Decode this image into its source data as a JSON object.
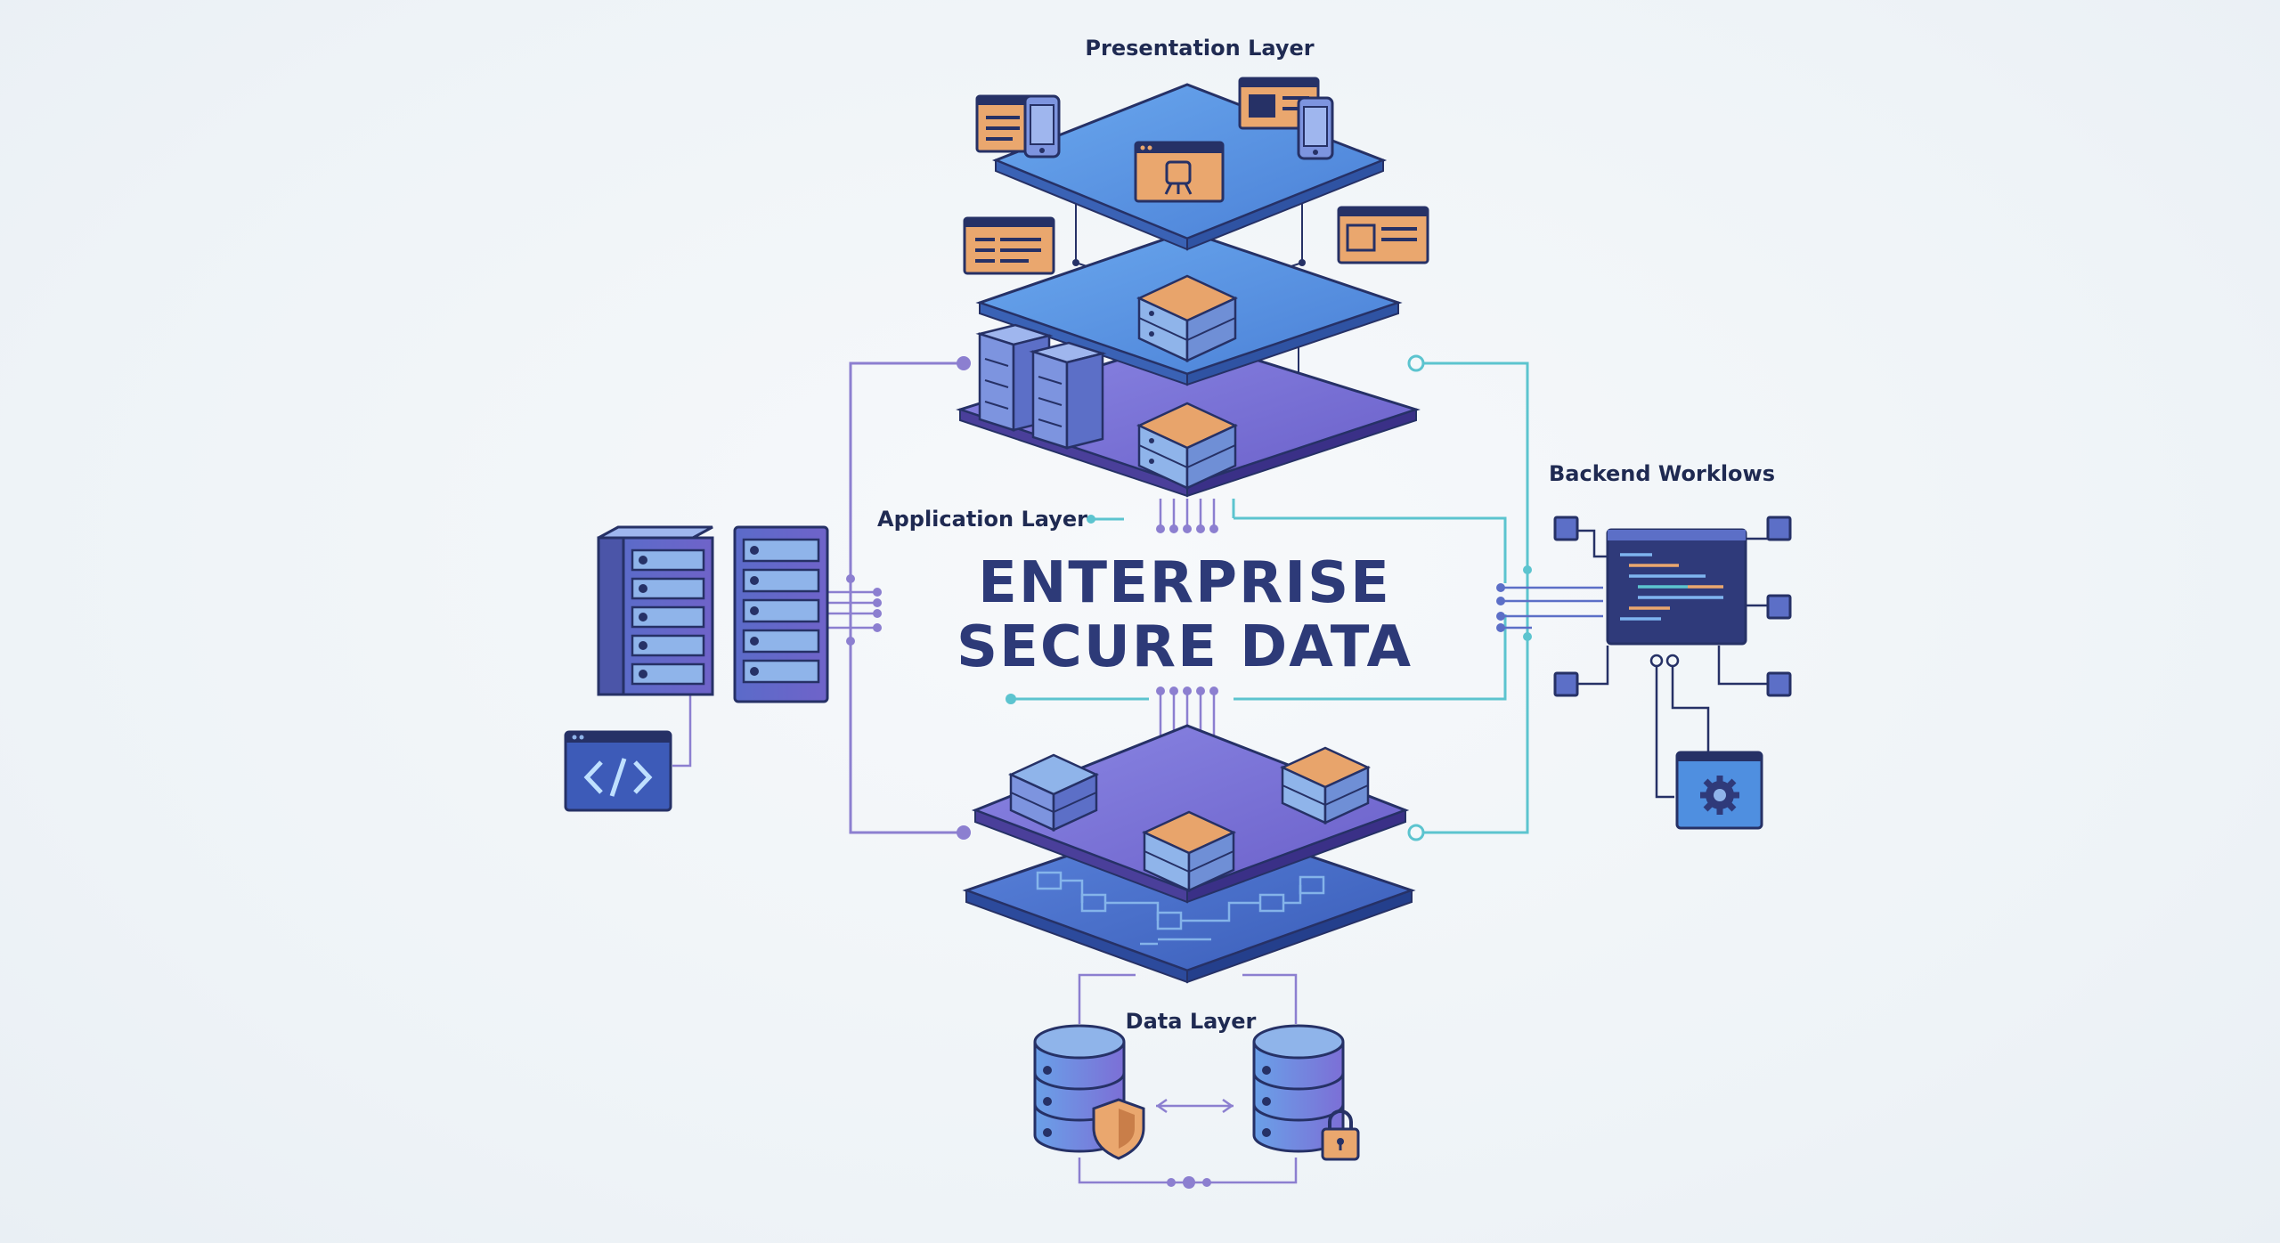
{
  "diagram": {
    "title_line1": "ENTERPRISE",
    "title_line2": "SECURE DATA",
    "labels": {
      "presentation": "Presentation Layer",
      "application": "Application Layer",
      "backend": "Backend Worklows",
      "data": "Data Layer"
    },
    "colors": {
      "blue_plate": "#4f8fe0",
      "purple_plate": "#7b6fd6",
      "deep_blue": "#3d5bb8",
      "teal_line": "#5cc4cf",
      "purple_line": "#8c7fd0",
      "accent_orange": "#eaa76e",
      "outline": "#263166",
      "text_dark": "#2d3a78"
    },
    "icons": [
      "browser-window-icon",
      "mobile-phone-icon",
      "dashboard-window-icon",
      "server-rack-icon",
      "server-box-icon",
      "code-window-icon",
      "code-editor-icon",
      "gear-window-icon",
      "database-icon",
      "shield-icon",
      "padlock-icon"
    ]
  }
}
